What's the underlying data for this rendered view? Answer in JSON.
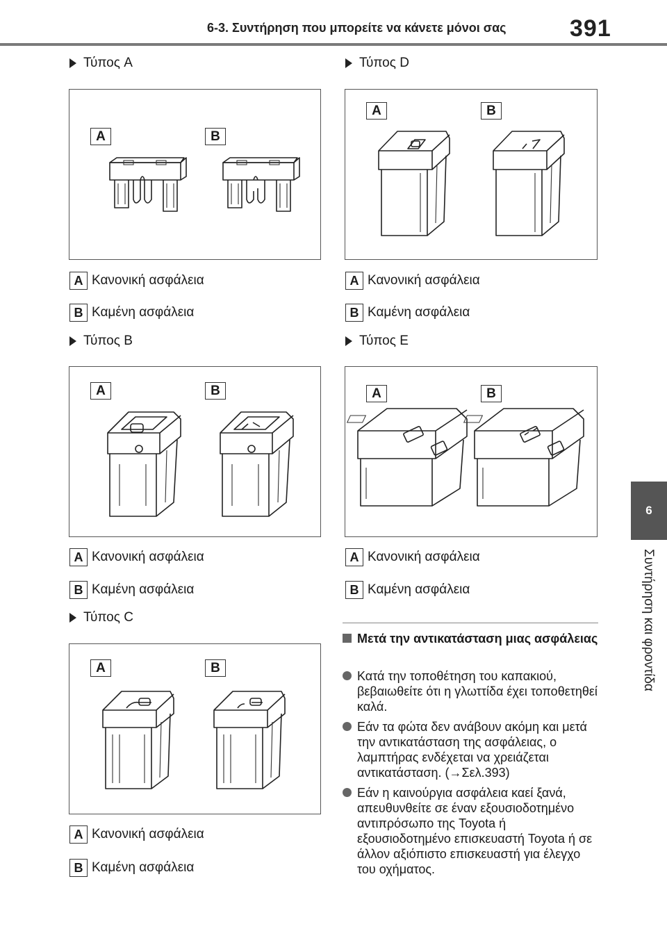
{
  "header": {
    "section_title": "6-3. Συντήρηση που μπορείτε να κάνετε μόνοι σας",
    "page_number": "391"
  },
  "side_tab": {
    "chapter_number": "6",
    "chapter_label": "Συντήρηση και φροντίδα"
  },
  "fig_tags": {
    "a": "A",
    "b": "B"
  },
  "types": [
    {
      "heading": "Τύπος A",
      "legend_a": "Κανονική ασφάλεια",
      "legend_b": "Καμένη ασφάλεια"
    },
    {
      "heading": "Τύπος B",
      "legend_a": "Κανονική ασφάλεια",
      "legend_b": "Καμένη ασφάλεια"
    },
    {
      "heading": "Τύπος C",
      "legend_a": "Κανονική ασφάλεια",
      "legend_b": "Καμένη ασφάλεια"
    },
    {
      "heading": "Τύπος D",
      "legend_a": "Κανονική ασφάλεια",
      "legend_b": "Καμένη ασφάλεια"
    },
    {
      "heading": "Τύπος E",
      "legend_a": "Κανονική ασφάλεια",
      "legend_b": "Καμένη ασφάλεια"
    }
  ],
  "note": {
    "title": "Μετά την αντικατάσταση μιας ασφάλειας",
    "bullets": [
      "Κατά την τοποθέτηση του καπακιού, βεβαιωθείτε ότι η γλωττίδα έχει τοποθετηθεί καλά.",
      "Εάν τα φώτα δεν ανάβουν ακόμη και μετά την αντικατάσταση της ασφάλειας, ο λαμπτήρας ενδέχεται να χρειάζεται αντικατάσταση. (→Σελ.393)",
      "Εάν η καινούργια ασφάλεια καεί ξανά, απευθυνθείτε σε έναν εξουσιοδοτημένο αντιπρόσωπο της Toyota ή εξουσιοδοτημένο επισκευαστή Toyota ή σε άλλον αξιόπιστο επισκευαστή για έλεγχο του οχήματος."
    ]
  }
}
